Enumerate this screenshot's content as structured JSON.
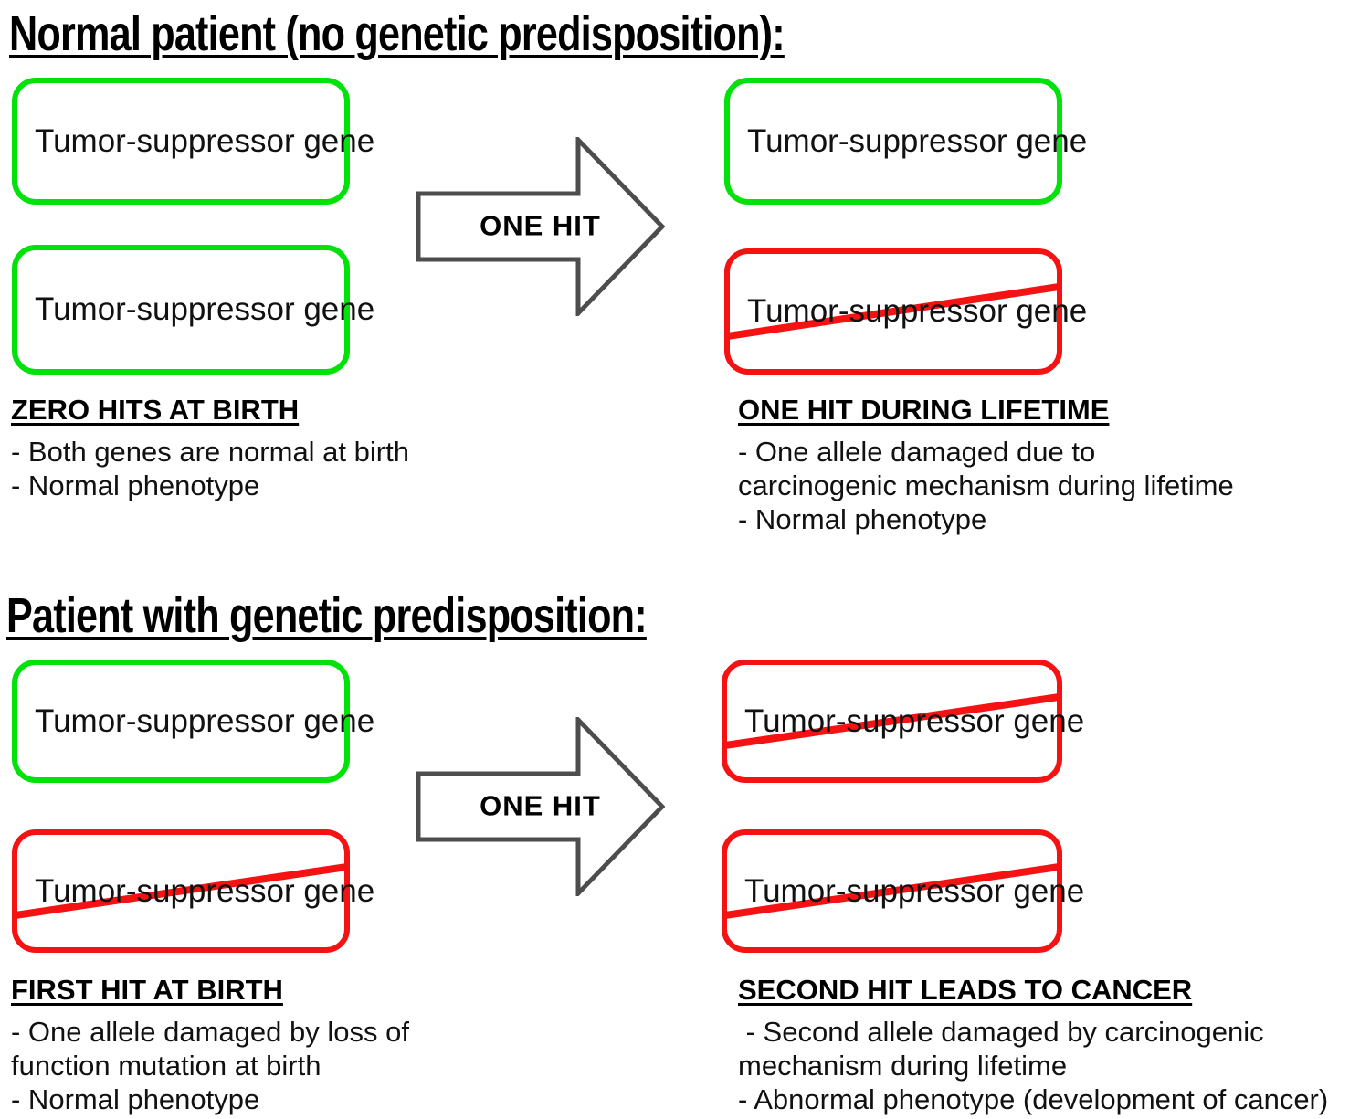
{
  "colors": {
    "normal_gene_border": "#00e20a",
    "damaged_gene_border": "#f41212",
    "slash": "#f41212",
    "arrow_outline": "#4d4d4d",
    "text": "#000000",
    "background": "#ffffff"
  },
  "section1": {
    "title": "Normal patient (no genetic predisposition):",
    "arrow_label": "ONE HIT",
    "left": {
      "boxes": [
        {
          "label": "Tumor-suppressor gene",
          "state": "normal"
        },
        {
          "label": "Tumor-suppressor gene",
          "state": "normal"
        }
      ],
      "caption": {
        "heading": "ZERO HITS AT BIRTH",
        "lines": [
          "- Both genes are normal at birth",
          "- Normal phenotype"
        ]
      }
    },
    "right": {
      "boxes": [
        {
          "label": "Tumor-suppressor gene",
          "state": "normal"
        },
        {
          "label": "Tumor-suppressor gene",
          "state": "damaged"
        }
      ],
      "caption": {
        "heading": "ONE HIT DURING LIFETIME",
        "lines": [
          "- One allele damaged due to",
          "carcinogenic mechanism during lifetime",
          "- Normal phenotype"
        ]
      }
    }
  },
  "section2": {
    "title": "Patient with genetic predisposition:",
    "arrow_label": "ONE HIT",
    "left": {
      "boxes": [
        {
          "label": "Tumor-suppressor gene",
          "state": "normal"
        },
        {
          "label": "Tumor-suppressor gene",
          "state": "damaged"
        }
      ],
      "caption": {
        "heading": "FIRST HIT AT BIRTH",
        "lines": [
          "- One allele damaged by loss of",
          "function mutation at birth",
          "- Normal phenotype"
        ]
      }
    },
    "right": {
      "boxes": [
        {
          "label": "Tumor-suppressor gene",
          "state": "damaged"
        },
        {
          "label": "Tumor-suppressor gene",
          "state": "damaged"
        }
      ],
      "caption": {
        "heading": "SECOND HIT LEADS TO CANCER",
        "lines": [
          " - Second allele damaged by carcinogenic",
          "mechanism during lifetime",
          "- Abnormal phenotype (development of cancer)"
        ]
      }
    }
  }
}
